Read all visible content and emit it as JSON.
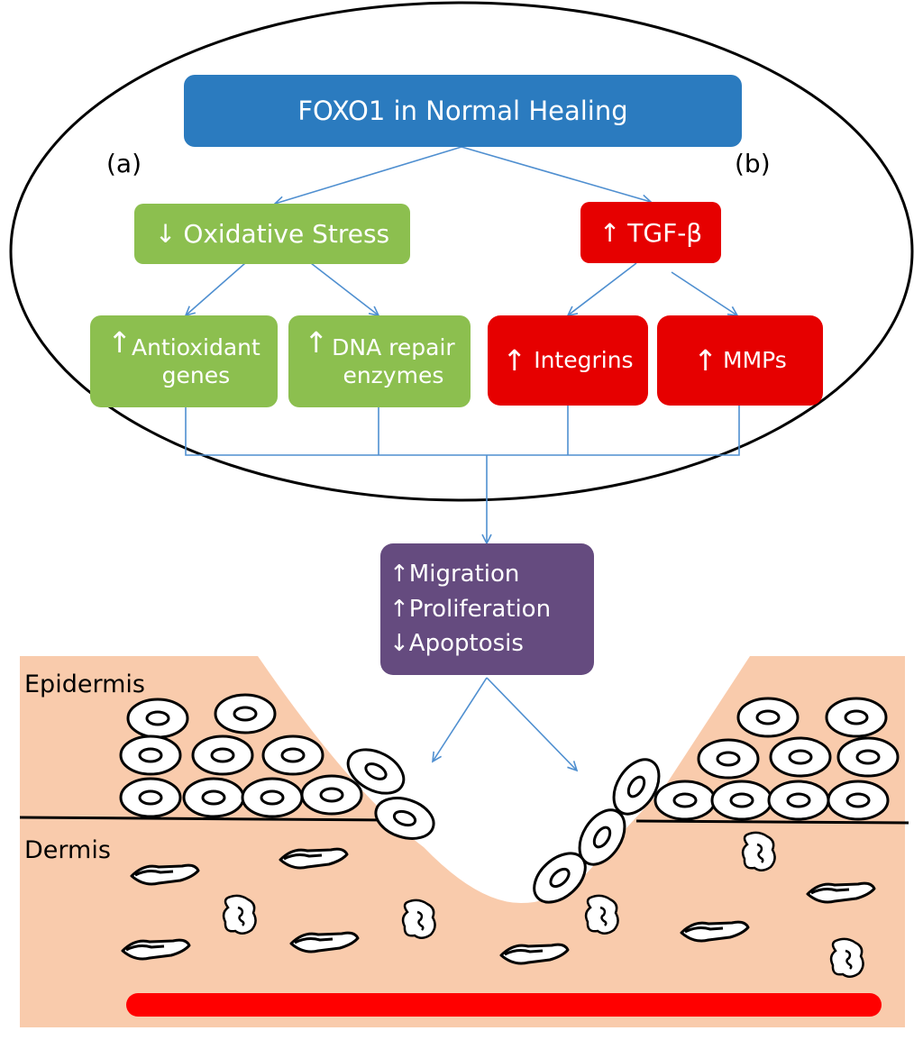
{
  "colors": {
    "blue": "#2b7bbf",
    "green": "#8cbf4f",
    "red": "#e60000",
    "purple": "#654b7f",
    "skin": "#f9cbac",
    "arrow": "#4f8fd0",
    "scab": "#ff0000"
  },
  "title": "FOXO1 in Normal Healing",
  "labels": {
    "a": "(a)",
    "b": "(b)",
    "epidermis": "Epidermis",
    "dermis": "Dermis"
  },
  "arrows": {
    "up": "↑",
    "down": "↓"
  },
  "oxidative": {
    "text": "Oxidative Stress"
  },
  "tgf": {
    "text": "TGF-β"
  },
  "antioxidant": {
    "line1": "Antioxidant",
    "line2": "genes"
  },
  "dna": {
    "line1": "DNA repair",
    "line2": "enzymes"
  },
  "integrins": {
    "text": "Integrins"
  },
  "mmps": {
    "text": "MMPs"
  },
  "outcomes": {
    "migration": "Migration",
    "proliferation": "Proliferation",
    "apoptosis": "Apoptosis"
  }
}
